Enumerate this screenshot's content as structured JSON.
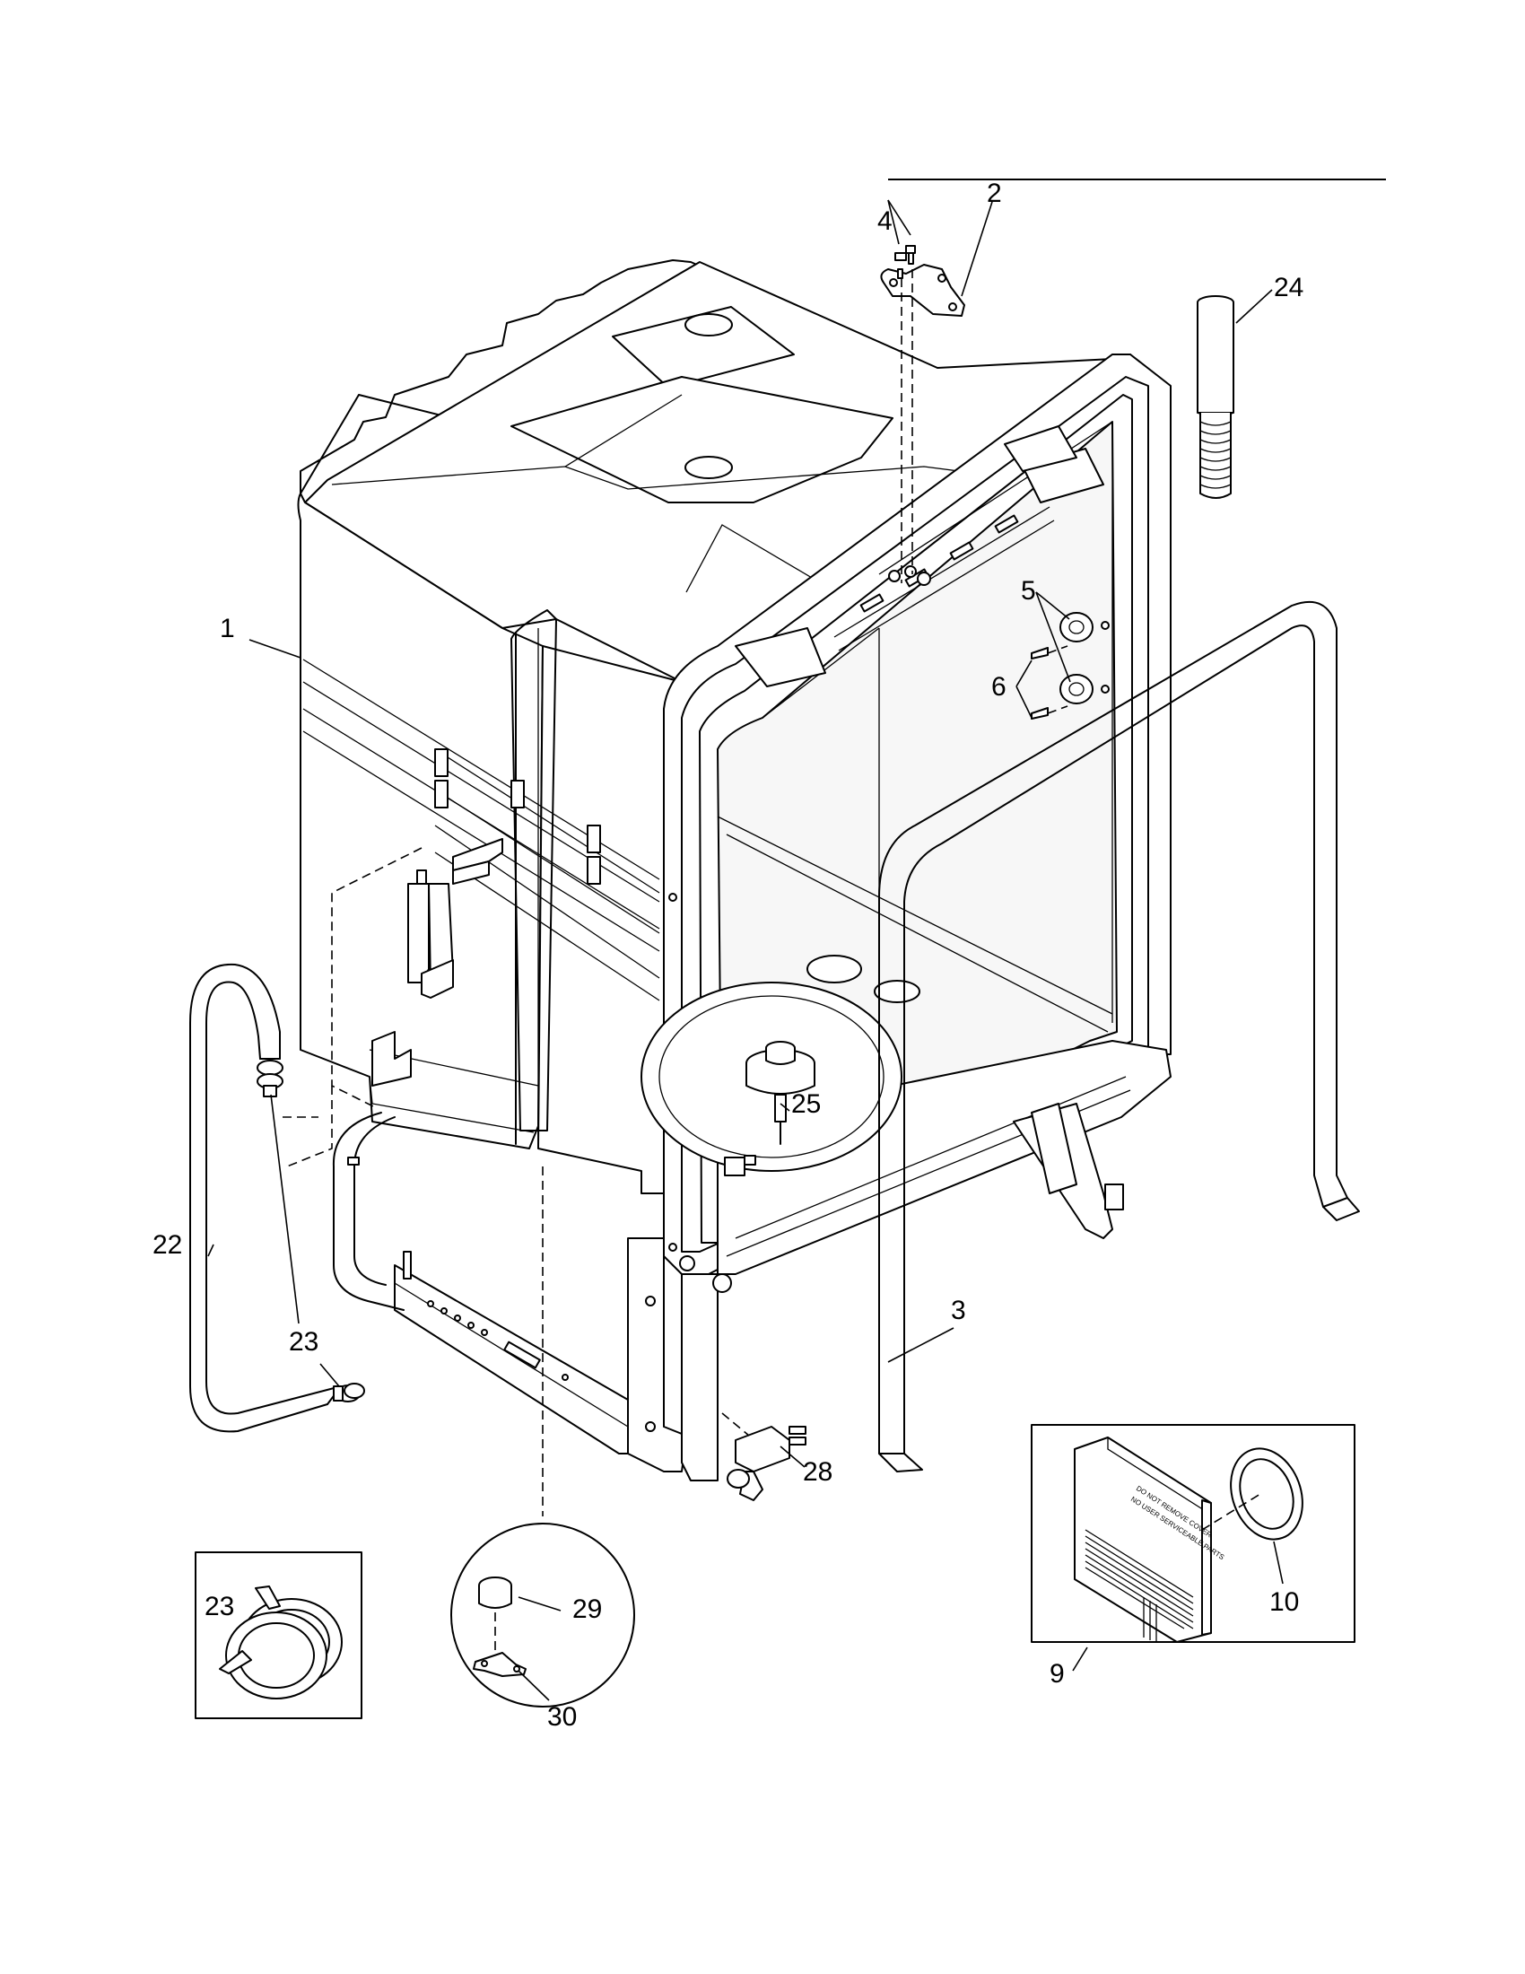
{
  "callouts": {
    "c1": "1",
    "c2": "2",
    "c3": "3",
    "c4": "4",
    "c5": "5",
    "c6": "6",
    "c9": "9",
    "c10": "10",
    "c22": "22",
    "c23a": "23",
    "c23b": "23",
    "c24": "24",
    "c25": "25",
    "c28": "28",
    "c29": "29",
    "c30": "30"
  },
  "panel_label": {
    "line1": "DO NOT REMOVE COVER",
    "line2": "NO USER SERVICEABLE PARTS"
  }
}
